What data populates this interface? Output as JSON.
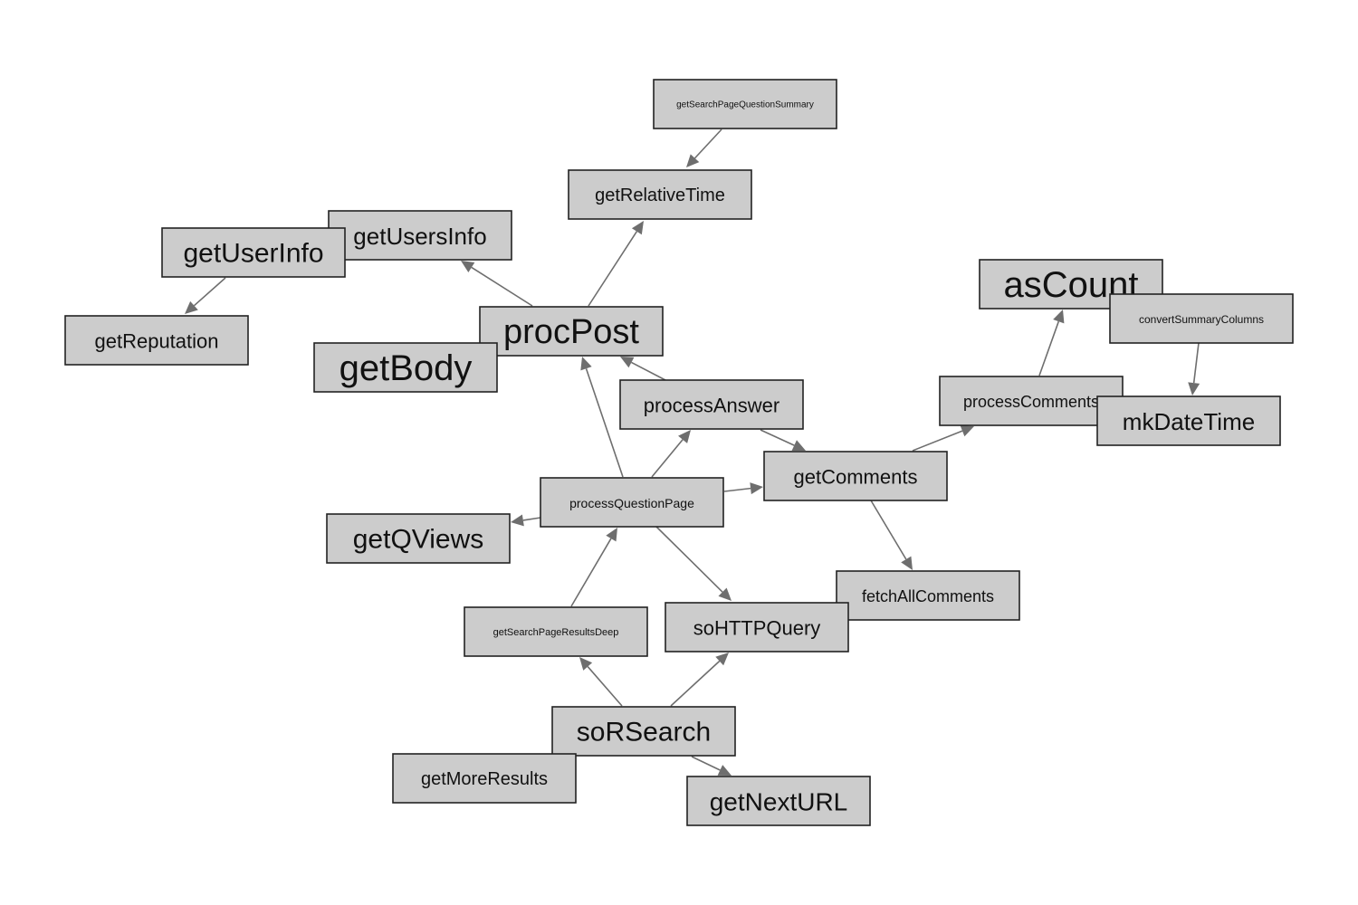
{
  "diagram": {
    "nodes": [
      {
        "id": "getSearchPageQuestionSummary",
        "label": "getSearchPageQuestionSummary"
      },
      {
        "id": "getRelativeTime",
        "label": "getRelativeTime"
      },
      {
        "id": "getUsersInfo",
        "label": "getUsersInfo"
      },
      {
        "id": "getUserInfo",
        "label": "getUserInfo"
      },
      {
        "id": "getReputation",
        "label": "getReputation"
      },
      {
        "id": "procPost",
        "label": "procPost"
      },
      {
        "id": "getBody",
        "label": "getBody"
      },
      {
        "id": "processAnswer",
        "label": "processAnswer"
      },
      {
        "id": "asCount",
        "label": "asCount"
      },
      {
        "id": "convertSummaryColumns",
        "label": "convertSummaryColumns"
      },
      {
        "id": "processComments",
        "label": "processComments"
      },
      {
        "id": "mkDateTime",
        "label": "mkDateTime"
      },
      {
        "id": "getComments",
        "label": "getComments"
      },
      {
        "id": "processQuestionPage",
        "label": "processQuestionPage"
      },
      {
        "id": "getQViews",
        "label": "getQViews"
      },
      {
        "id": "fetchAllComments",
        "label": "fetchAllComments"
      },
      {
        "id": "getSearchPageResultsDeep",
        "label": "getSearchPageResultsDeep"
      },
      {
        "id": "soHTTPQuery",
        "label": "soHTTPQuery"
      },
      {
        "id": "soRSearch",
        "label": "soRSearch"
      },
      {
        "id": "getMoreResults",
        "label": "getMoreResults"
      },
      {
        "id": "getNextURL",
        "label": "getNextURL"
      }
    ],
    "edges": [
      {
        "from": "getSearchPageQuestionSummary",
        "to": "getRelativeTime"
      },
      {
        "from": "procPost",
        "to": "getRelativeTime"
      },
      {
        "from": "procPost",
        "to": "getUsersInfo"
      },
      {
        "from": "getUserInfo",
        "to": "getReputation"
      },
      {
        "from": "processAnswer",
        "to": "procPost"
      },
      {
        "from": "processQuestionPage",
        "to": "procPost"
      },
      {
        "from": "processQuestionPage",
        "to": "processAnswer"
      },
      {
        "from": "processAnswer",
        "to": "getComments"
      },
      {
        "from": "processQuestionPage",
        "to": "getComments"
      },
      {
        "from": "processQuestionPage",
        "to": "getQViews"
      },
      {
        "from": "processQuestionPage",
        "to": "soHTTPQuery"
      },
      {
        "from": "getComments",
        "to": "processComments"
      },
      {
        "from": "getComments",
        "to": "fetchAllComments"
      },
      {
        "from": "processComments",
        "to": "asCount"
      },
      {
        "from": "convertSummaryColumns",
        "to": "mkDateTime"
      },
      {
        "from": "getSearchPageResultsDeep",
        "to": "processQuestionPage"
      },
      {
        "from": "soRSearch",
        "to": "getSearchPageResultsDeep"
      },
      {
        "from": "soRSearch",
        "to": "soHTTPQuery"
      },
      {
        "from": "soRSearch",
        "to": "getNextURL"
      }
    ]
  },
  "colors": {
    "node_fill": "#cccccc",
    "node_border": "#222222",
    "edge": "#6e6e6e",
    "background": "#ffffff"
  }
}
